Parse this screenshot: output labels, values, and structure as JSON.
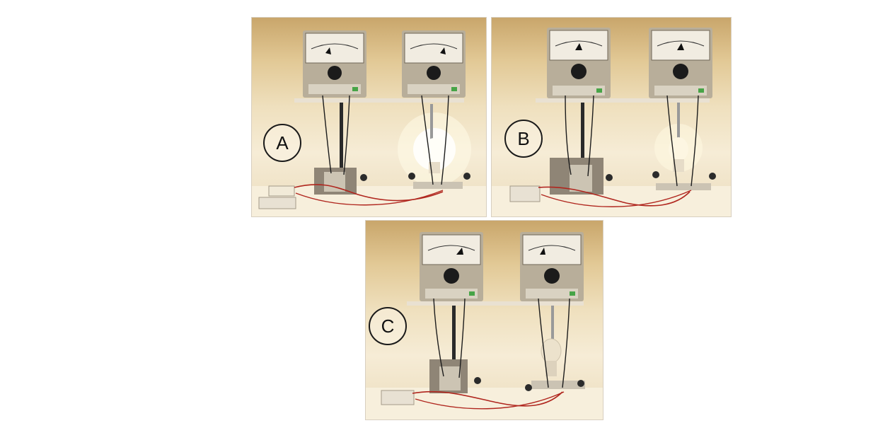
{
  "panels": [
    {
      "id": "A",
      "label": "A",
      "lamp": "bright"
    },
    {
      "id": "B",
      "label": "B",
      "lamp": "medium"
    },
    {
      "id": "C",
      "label": "C",
      "lamp": "dim"
    }
  ],
  "colors": {
    "wall_top": "#c9a66b",
    "wall_mid": "#efe0be",
    "bench": "#f6ecd6",
    "meter_body": "#b5ab98",
    "wire_red": "#b0261e",
    "wire_black": "#1c1c1c"
  }
}
